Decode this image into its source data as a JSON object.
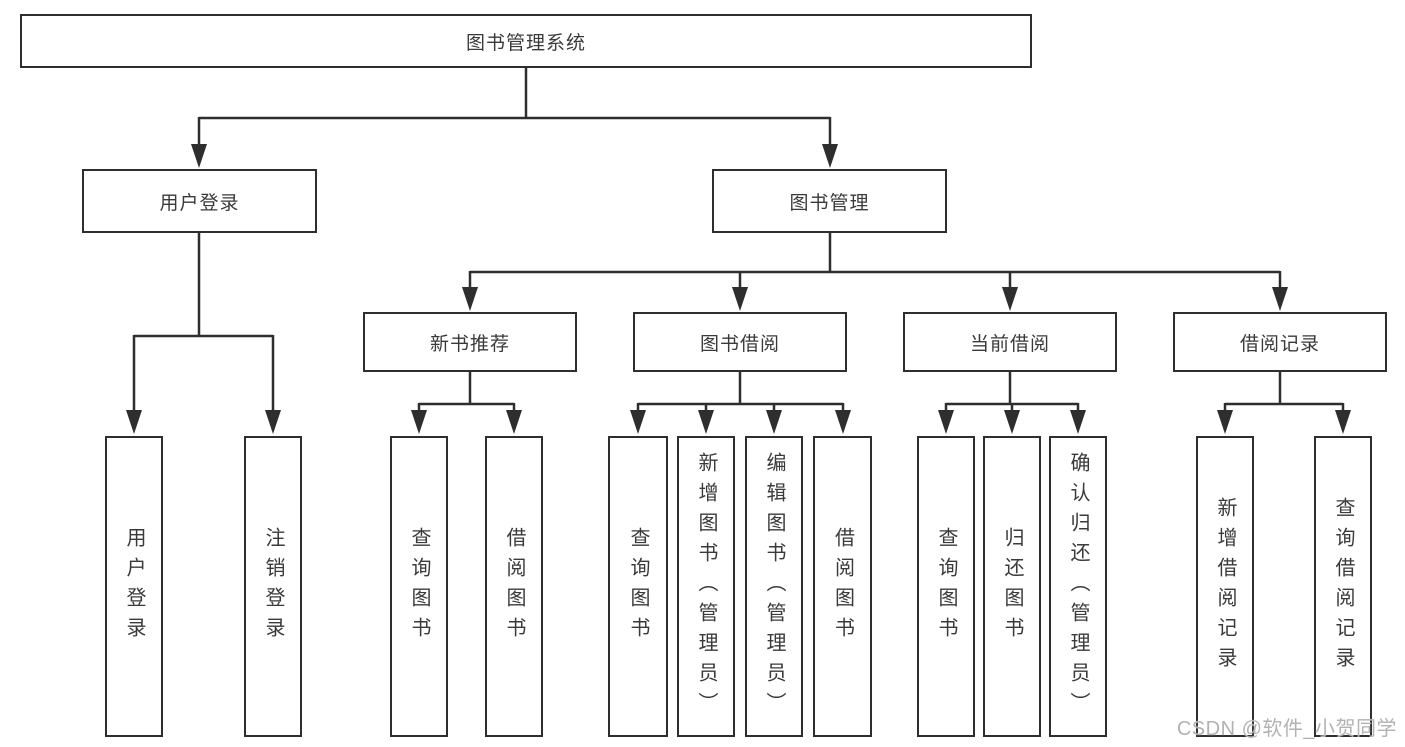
{
  "diagram_title": "图书管理系统",
  "tree": {
    "label": "图书管理系统",
    "children": [
      {
        "label": "用户登录",
        "children": [
          {
            "label": "用户登录"
          },
          {
            "label": "注销登录"
          }
        ]
      },
      {
        "label": "图书管理",
        "children": [
          {
            "label": "新书推荐",
            "children": [
              {
                "label": "查询图书"
              },
              {
                "label": "借阅图书"
              }
            ]
          },
          {
            "label": "图书借阅",
            "children": [
              {
                "label": "查询图书"
              },
              {
                "label": "新增图书（管理员）"
              },
              {
                "label": "编辑图书（管理员）"
              },
              {
                "label": "借阅图书"
              }
            ]
          },
          {
            "label": "当前借阅",
            "children": [
              {
                "label": "查询图书"
              },
              {
                "label": "归还图书"
              },
              {
                "label": "确认归还（管理员）"
              }
            ]
          },
          {
            "label": "借阅记录",
            "children": [
              {
                "label": "新增借阅记录"
              },
              {
                "label": "查询借阅记录"
              }
            ]
          }
        ]
      }
    ]
  },
  "watermark": {
    "text": "CSDN @软件_小贺同学"
  },
  "colors": {
    "line": "#2e2e2e",
    "box_border": "#2e2e2e",
    "box_fill": "#ffffff",
    "text": "#3a3a3a",
    "watermark": "#b2b2b2",
    "background": "#ffffff"
  }
}
